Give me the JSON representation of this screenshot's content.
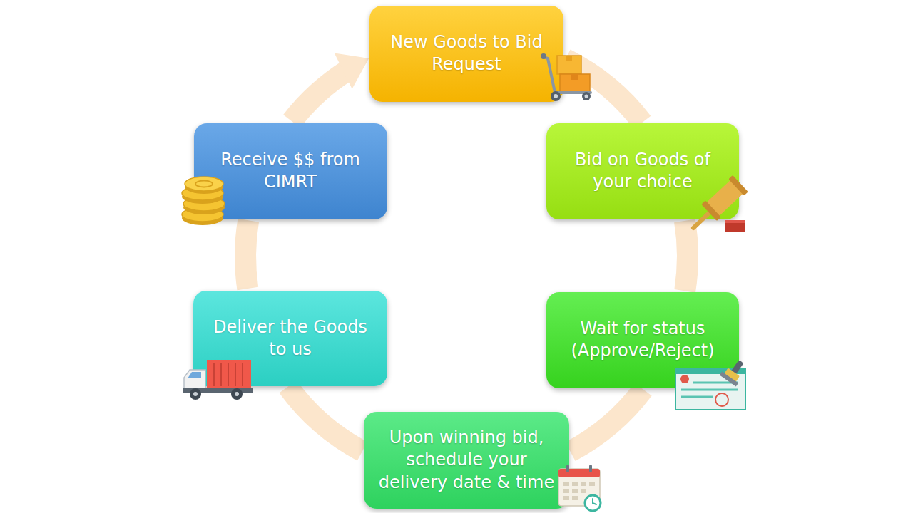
{
  "diagram": {
    "nodes": [
      {
        "text": [
          "New Goods to Bid Request"
        ]
      },
      {
        "text": [
          "Bid on Goods of your choice"
        ]
      },
      {
        "text": [
          "Wait for status (Approve/Reject)"
        ]
      },
      {
        "text": [
          "Upon winning bid, schedule your delivery date & time"
        ]
      },
      {
        "text": [
          "Deliver the Goods to us"
        ]
      },
      {
        "text": [
          "Receive $$ from CIMRT"
        ]
      }
    ],
    "edges": [
      {
        "from": 0,
        "to": 1,
        "arrow": "none"
      },
      {
        "from": 1,
        "to": 2,
        "arrow": "none"
      },
      {
        "from": 2,
        "to": 3,
        "arrow": "none"
      },
      {
        "from": 3,
        "to": 4,
        "arrow": "none"
      },
      {
        "from": 4,
        "to": 5,
        "arrow": "none"
      },
      {
        "from": 5,
        "to": 0,
        "arrow": "to"
      }
    ]
  }
}
